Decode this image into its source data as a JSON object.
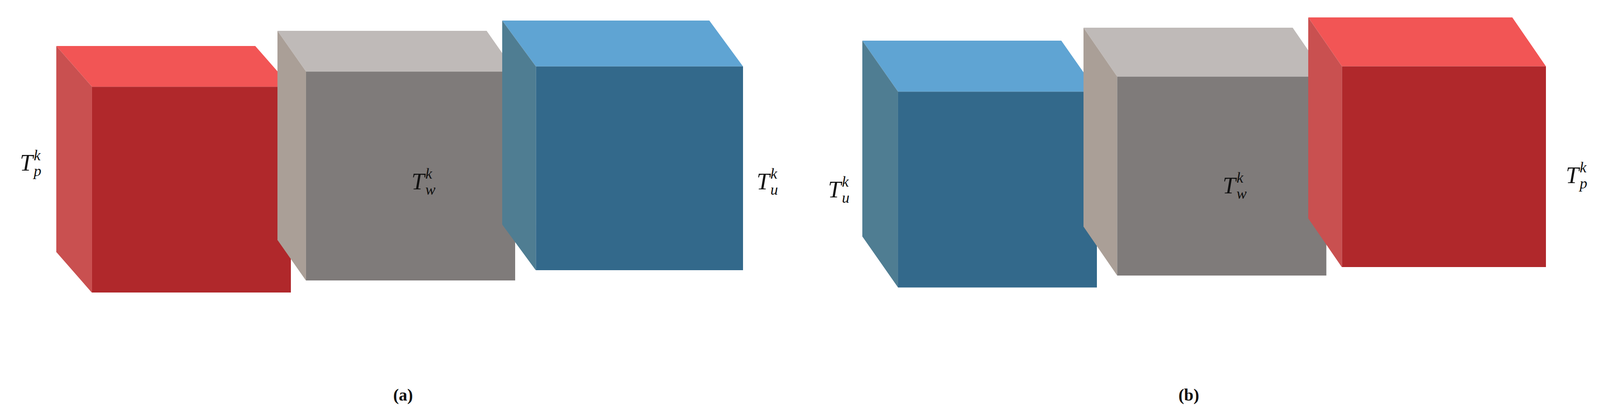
{
  "diagram": {
    "nodes": [
      {
        "text": [
          "Tpk"
        ]
      },
      {
        "text": [
          "Twk"
        ]
      },
      {
        "text": [
          "Tuk"
        ]
      },
      {
        "text": [
          "Tuk"
        ]
      },
      {
        "text": [
          "Twk"
        ]
      },
      {
        "text": [
          "Tpk"
        ]
      }
    ],
    "labels": [
      "(a)",
      "(b)"
    ]
  }
}
